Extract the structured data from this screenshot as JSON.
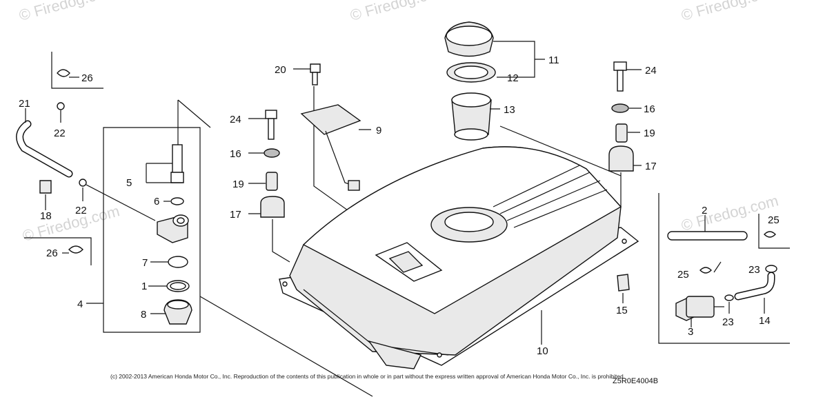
{
  "watermark": "© Firedog.com",
  "callouts": [
    "1",
    "2",
    "3",
    "4",
    "5",
    "6",
    "7",
    "8",
    "9",
    "10",
    "11",
    "12",
    "13",
    "14",
    "15",
    "16",
    "16",
    "17",
    "17",
    "18",
    "19",
    "19",
    "20",
    "21",
    "22",
    "22",
    "23",
    "23",
    "24",
    "24",
    "25",
    "25",
    "26",
    "26"
  ],
  "copyright": "(c) 2002-2013 American Honda Motor Co., Inc. Reproduction of the contents of this publication in whole or in part without the express written approval of American Honda Motor Co., Inc. is prohibited.",
  "diagram_code": "Z5R0E4004B"
}
